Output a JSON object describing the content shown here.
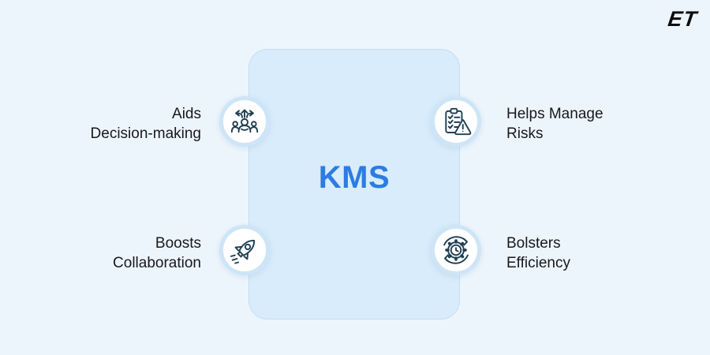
{
  "logo": {
    "text": "ET"
  },
  "center": {
    "title": "KMS"
  },
  "nodes": [
    {
      "position": "top-left",
      "icon": "decision-paths-icon",
      "label": "Aids\nDecision-making"
    },
    {
      "position": "top-right",
      "icon": "clipboard-risk-warning-icon",
      "label": "Helps Manage\nRisks"
    },
    {
      "position": "bottom-left",
      "icon": "rocket-icon",
      "label": "Boosts\nCollaboration"
    },
    {
      "position": "bottom-right",
      "icon": "gear-clock-cycle-icon",
      "label": "Bolsters\nEfficiency"
    }
  ],
  "colors": {
    "background": "#edf5fc",
    "panel_fill": "#d8ecfb",
    "panel_border": "#c3def2",
    "circle_ring": "#cde5f6",
    "circle_fill": "#ffffff",
    "icon_stroke": "#1f4054",
    "title_blue": "#2e7be2",
    "label_text": "#17191d",
    "logo_black": "#0b0d10"
  }
}
